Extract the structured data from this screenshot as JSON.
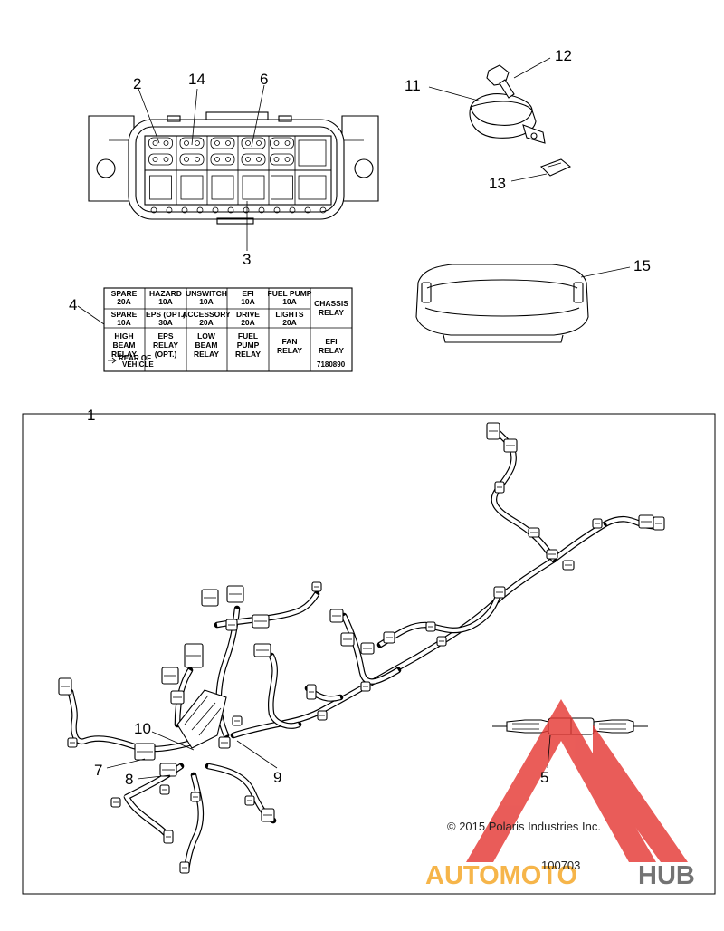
{
  "callouts": {
    "c1": "1",
    "c2": "2",
    "c3": "3",
    "c4": "4",
    "c5": "5",
    "c6": "6",
    "c7": "7",
    "c8": "8",
    "c9": "9",
    "c10": "10",
    "c11": "11",
    "c12": "12",
    "c13": "13",
    "c14": "14",
    "c15": "15"
  },
  "fuse_label": {
    "rows": [
      [
        [
          "SPARE",
          "20A"
        ],
        [
          "HAZARD",
          "10A"
        ],
        [
          "UNSWITCH",
          "10A"
        ],
        [
          "EFI",
          "10A"
        ],
        [
          "FUEL PUMP",
          "10A"
        ]
      ],
      [
        [
          "SPARE",
          "10A"
        ],
        [
          "EPS (OPT.)",
          "30A"
        ],
        [
          "ACCESSORY",
          "20A"
        ],
        [
          "DRIVE",
          "20A"
        ],
        [
          "LIGHTS",
          "20A"
        ]
      ]
    ],
    "chassis_relay": [
      "CHASSIS",
      "RELAY"
    ],
    "relays": [
      [
        "HIGH",
        "BEAM",
        "RELAY"
      ],
      [
        "EPS",
        "RELAY",
        "(OPT.)"
      ],
      [
        "LOW",
        "BEAM",
        "RELAY"
      ],
      [
        "FUEL",
        "PUMP",
        "RELAY"
      ],
      [
        "FAN",
        "RELAY"
      ],
      [
        "EFI",
        "RELAY"
      ]
    ],
    "rear_note": [
      "REAR OF",
      "VEHICLE"
    ],
    "part_number": "7180890"
  },
  "copyright": "© 2015 Polaris Industries Inc.",
  "diagram_id": "100703",
  "watermark": {
    "word_part1": "AUTOMOTO",
    "word_part2": "HUB",
    "color_accent": "#f5a623",
    "color_dark": "#555555",
    "color_red": "#e53935"
  }
}
